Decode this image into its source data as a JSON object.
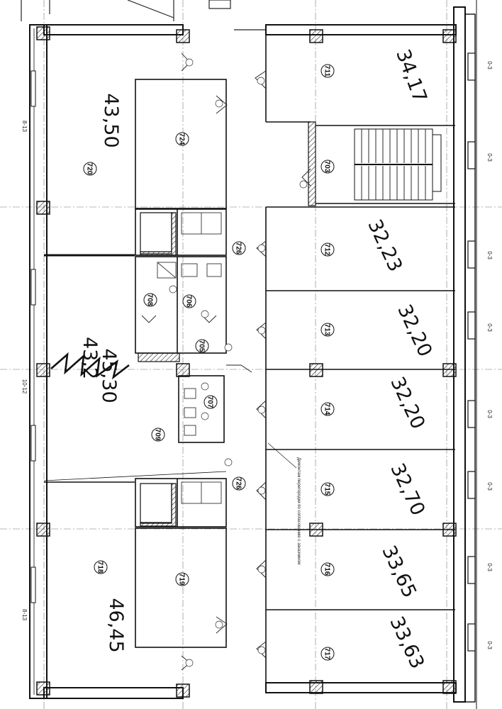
{
  "plan": {
    "rooms": [
      {
        "id": "r711",
        "number": "711",
        "area": "34,17"
      },
      {
        "id": "r703",
        "number": "703"
      },
      {
        "id": "r712",
        "number": "712",
        "area": "32,23"
      },
      {
        "id": "r713",
        "number": "713",
        "area": "32,20"
      },
      {
        "id": "r714",
        "number": "714",
        "area": "32,20"
      },
      {
        "id": "r715",
        "number": "715",
        "area": "32,70"
      },
      {
        "id": "r716",
        "number": "716",
        "area": "33,65"
      },
      {
        "id": "r717",
        "number": "717",
        "area": "33,63"
      },
      {
        "id": "r720",
        "number": "720",
        "area": "43,50"
      },
      {
        "id": "r724",
        "number": "724"
      },
      {
        "id": "r726a",
        "number": "726"
      },
      {
        "id": "r708",
        "number": "708"
      },
      {
        "id": "r706",
        "number": "706"
      },
      {
        "id": "r705",
        "number": "705"
      },
      {
        "id": "r707",
        "number": "707"
      },
      {
        "id": "r709",
        "number": "709",
        "area": "45,30",
        "area_struck": "43,2"
      },
      {
        "id": "r726b",
        "number": "726"
      },
      {
        "id": "r718",
        "number": "718",
        "area": "46,45"
      },
      {
        "id": "r719",
        "number": "719"
      }
    ],
    "axes": [
      "8-13",
      "10-12",
      "8-13"
    ],
    "window_label": "0-3",
    "note": "Демонтаж перегородки по согласованию с заказчиком"
  }
}
